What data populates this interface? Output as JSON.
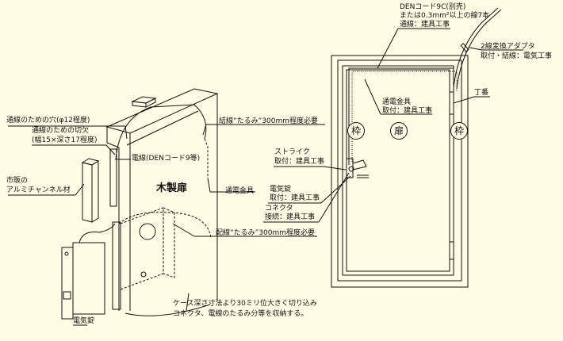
{
  "colors": {
    "background": "#fffce5",
    "line": "#111111"
  },
  "left_diagram": {
    "door_title": "木製扉",
    "labels": {
      "hole": "通線のための穴(φ12程度)",
      "notch_1": "通線のための切欠",
      "notch_2": "(幅15×深さ17程度)",
      "channel_1": "市販の",
      "channel_2": "アルミチャンネル材",
      "cable": "電線(DENコード9等)",
      "slack_top": "結線“たるみ”300mm程度必要",
      "hinge_metal": "通電金具",
      "slack_bottom": "配線“たるみ”300mm程度必要",
      "note_1": "ケース深さ寸法より30ミリ位大きく切り込み",
      "note_2": "コネクタ、電線のたるみ分等を収納する。",
      "lock": "電気錠"
    }
  },
  "right_diagram": {
    "labels": {
      "den_1": "DENコード9C(別売)",
      "den_2": "または0.3mm²以上の線7本",
      "den_3": "通線：建具工事",
      "adapter_1": "2線変換アダプタ",
      "adapter_2": "取付・結線：電気工事",
      "hinge_metal_1": "通電金具",
      "hinge_metal_2": "取付：建具工事",
      "hinge": "丁番",
      "frame_left": "枠",
      "door": "扉",
      "frame_right": "枠",
      "strike_1": "ストライク",
      "strike_2": "取付：建具工事",
      "elock_1": "電気錠",
      "elock_2": "取付：建具工事",
      "connector_1": "コネクタ",
      "connector_2": "接続：建具工事"
    }
  }
}
